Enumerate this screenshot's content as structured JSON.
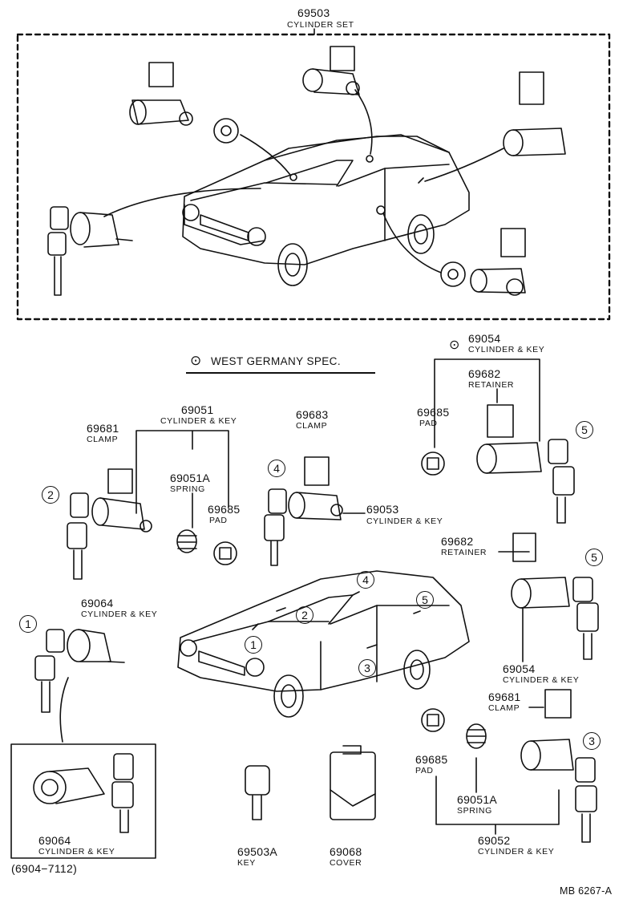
{
  "title": {
    "part": "69503",
    "name": "CYLINDER SET"
  },
  "spec_note": "WEST GERMANY SPEC.",
  "spec_mark": "⊙",
  "footer_code": "MB 6267-A",
  "callouts": {
    "c1": "1",
    "c2": "2",
    "c3": "3",
    "c4": "4",
    "c5": "5"
  },
  "parts": {
    "p69054_top": {
      "num": "69054",
      "name": "CYLINDER & KEY"
    },
    "p69682_top": {
      "num": "69682",
      "name": "RETAINER"
    },
    "p69685_top": {
      "num": "69685",
      "name": "PAD"
    },
    "p69051": {
      "num": "69051",
      "name": "CYLINDER & KEY"
    },
    "p69681_left": {
      "num": "69681",
      "name": "CLAMP"
    },
    "p69051A_left": {
      "num": "69051A",
      "name": "SPRING"
    },
    "p69685_mid": {
      "num": "69685",
      "name": "PAD"
    },
    "p69683": {
      "num": "69683",
      "name": "CLAMP"
    },
    "p69053": {
      "num": "69053",
      "name": "CYLINDER & KEY"
    },
    "p69682_mid": {
      "num": "69682",
      "name": "RETAINER"
    },
    "p69064_top": {
      "num": "69064",
      "name": "CYLINDER & KEY"
    },
    "p69054_bot": {
      "num": "69054",
      "name": "CYLINDER & KEY"
    },
    "p69681_right": {
      "num": "69681",
      "name": "CLAMP"
    },
    "p69685_bot": {
      "num": "69685",
      "name": "PAD"
    },
    "p69051A_bot": {
      "num": "69051A",
      "name": "SPRING"
    },
    "p69052": {
      "num": "69052",
      "name": "CYLINDER & KEY"
    },
    "p69064_box": {
      "num": "69064",
      "name": "CYLINDER & KEY"
    },
    "p69503A": {
      "num": "69503A",
      "name": "KEY"
    },
    "p69068": {
      "num": "69068",
      "name": "COVER"
    }
  },
  "date_range": "(6904−7112)"
}
